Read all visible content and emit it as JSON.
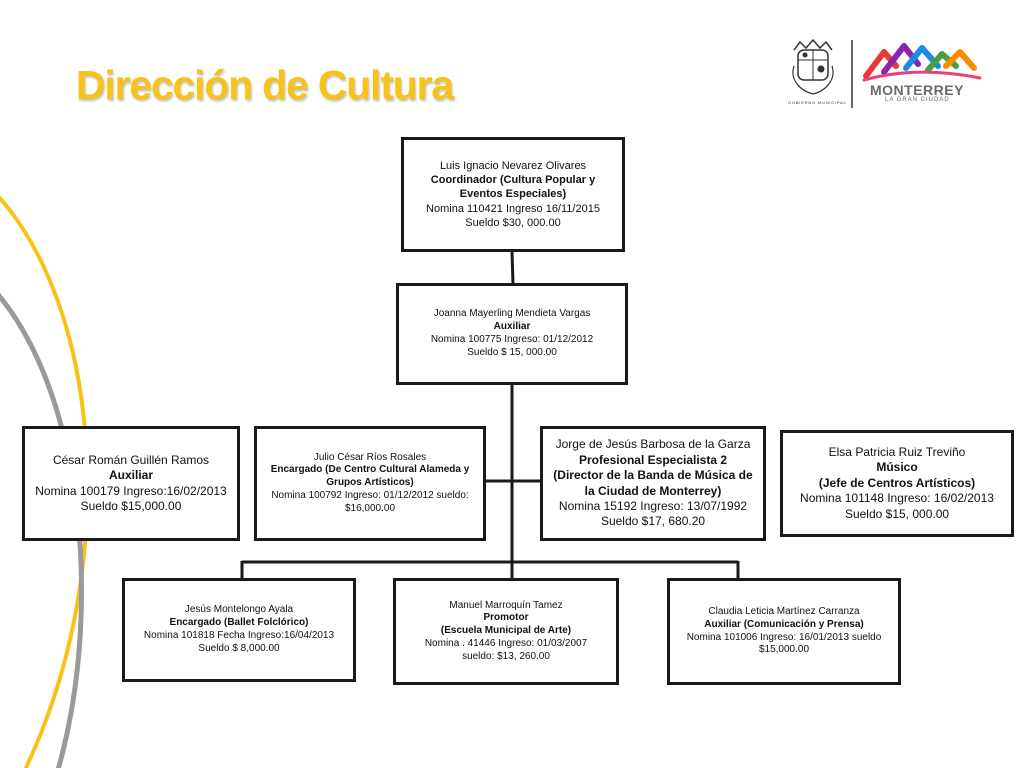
{
  "page": {
    "title": "Dirección de Cultura",
    "colors": {
      "title": "#f7c318",
      "arc_yellow": "#f7c318",
      "arc_gray": "#9a9a9a",
      "box_border": "#1a1a1a"
    }
  },
  "logos": {
    "seal_caption": "GOBIERNO MUNICIPAL",
    "seal_icon": "municipal-seal",
    "brand_icon": "monterrey-mountains",
    "brand_name": "MONTERREY",
    "brand_tagline": "LA GRAN CIUDAD"
  },
  "org_chart": {
    "coordinador": {
      "name": "Luis Ignacio Nevarez Olivares",
      "role": "Coordinador  (Cultura Popular y Eventos Especiales)",
      "nomina": "Nomina 110421 Ingreso 16/11/2015",
      "sueldo": "Sueldo $30, 000.00"
    },
    "auxiliar": {
      "name": "Joanna Mayerling Mendieta Vargas",
      "role": "Auxiliar",
      "nomina": "Nomina 100775 Ingreso: 01/12/2012",
      "sueldo": "Sueldo $ 15, 000.00"
    },
    "cesar": {
      "name": "César Román Guillén Ramos",
      "role": "Auxiliar",
      "nomina": "Nomina  100179  Ingreso:16/02/2013",
      "sueldo": "Sueldo $15,000.00"
    },
    "julio": {
      "name": "Julio César Ríos Rosales",
      "role": "Encargado (De Centro Cultural Alameda y Grupos Artísticos)",
      "nomina": "Nomina 100792 Ingreso: 01/12/2012 sueldo: $16,000.00"
    },
    "jorge": {
      "name": "Jorge de Jesús Barbosa de la Garza",
      "role": "Profesional Especialista 2",
      "subrole": "(Director de la Banda de Música de la Ciudad de Monterrey)",
      "nomina": "Nomina 15192 Ingreso: 13/07/1992",
      "sueldo": "Sueldo $17, 680.20"
    },
    "elsa": {
      "name": "Elsa Patricia Ruiz Treviño",
      "role": "Músico",
      "subrole": "(Jefe de Centros Artísticos)",
      "nomina": "Nomina 101148 Ingreso: 16/02/2013",
      "sueldo": "Sueldo $15, 000.00"
    },
    "jesus": {
      "name": "Jesús Montelongo Ayala",
      "role": "Encargado (Ballet Folclórico)",
      "nomina": "Nomina 101818 Fecha Ingreso:16/04/2013",
      "sueldo": "Sueldo $ 8,000.00"
    },
    "manuel": {
      "name": "Manuel Marroquín Tamez",
      "role": "Promotor",
      "subrole": "(Escuela Municipal de Arte)",
      "nomina": "Nomina . 41446 Ingreso: 01/03/2007",
      "sueldo": "sueldo: $13, 260.00"
    },
    "claudia": {
      "name": "Claudia Leticia Martínez Carranza",
      "role": "Auxiliar (Comunicación y Prensa)",
      "nomina": "Nomina 101006 Ingreso: 16/01/2013 sueldo $15,000.00"
    }
  }
}
